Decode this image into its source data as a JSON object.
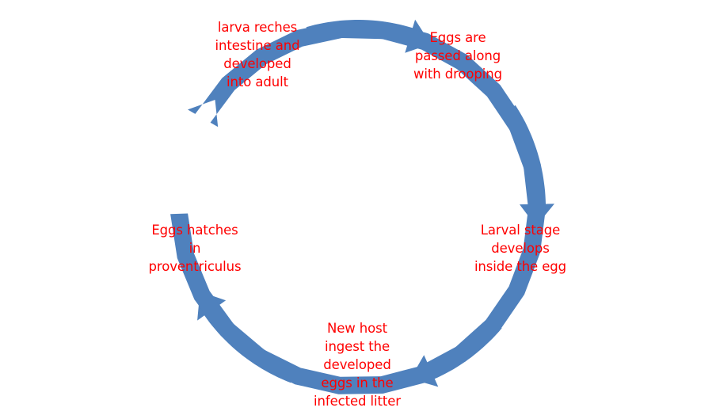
{
  "diagram": {
    "type": "cycle",
    "arrow_color": "#4f81bd",
    "label_color": "#ff0000",
    "stages": [
      {
        "id": "adult",
        "text": "larva reches\nintestine and\ndeveloped\ninto adult"
      },
      {
        "id": "eggs",
        "text": "Eggs are\npassed along\nwith drooping"
      },
      {
        "id": "larval",
        "text": "Larval stage\ndevelops\ninside the egg"
      },
      {
        "id": "newhost",
        "text": "New host\ningest the\ndeveloped\neggs in the\ninfected litter"
      },
      {
        "id": "hatch",
        "text": "Eggs hatches\nin\nproventriculus"
      }
    ]
  }
}
